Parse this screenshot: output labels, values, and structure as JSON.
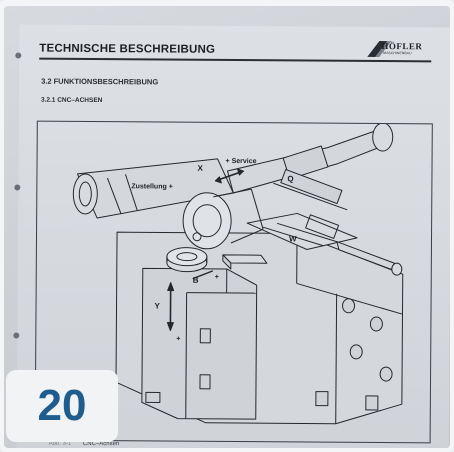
{
  "document": {
    "header_title": "TECHNISCHE BESCHREIBUNG",
    "logo_text": "HÖFLER",
    "logo_subtext": "MASCHINENBAU",
    "section": "3.2  FUNKTIONSBESCHREIBUNG",
    "subsection": "3.2.1  CNC–ACHSEN",
    "figure_number": "Abb. 3-1",
    "figure_caption": "CNC–Achsen"
  },
  "diagram": {
    "labels": {
      "x_axis": "X",
      "service": "+ Service",
      "zustellung": "Zustellung +",
      "q": "Q",
      "w": "W",
      "b": "B",
      "y": "Y",
      "plus_y": "+",
      "plus_b": "+"
    }
  },
  "badge": {
    "number": "20"
  },
  "colors": {
    "badge_text": "#1f5d8e",
    "paper": "#d8dce0",
    "ink": "#1c1f24"
  }
}
